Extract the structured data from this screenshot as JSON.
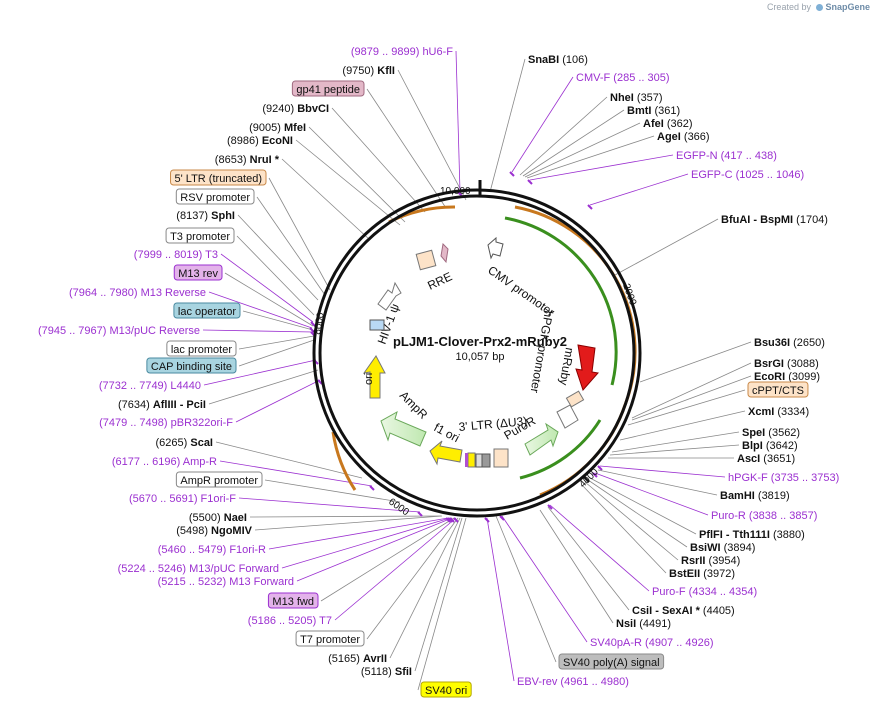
{
  "credit": {
    "prefix": "Created by",
    "brand": "SnapGene"
  },
  "plasmid": {
    "name": "pLJM1-Clover-Prx2-mRuby2",
    "size": "10,057 bp"
  },
  "ticks": [
    "10,000",
    "2000",
    "4000",
    "6000",
    "8000"
  ],
  "colors": {
    "primer": "#9b30d0",
    "site": "#111111",
    "arrow_orange": "#c8781e",
    "arrow_green": "#3a8f1e",
    "leader": "#888888"
  },
  "labels": [
    {
      "id": "snabi",
      "kind": "site",
      "pre": "",
      "name": "SnaBI",
      "post": "(106)"
    },
    {
      "id": "cmvf",
      "kind": "primer",
      "pre": "",
      "name": "CMV-F",
      "post": "(285 .. 305)"
    },
    {
      "id": "nhei",
      "kind": "site",
      "pre": "",
      "name": "NheI",
      "post": "(357)"
    },
    {
      "id": "bmti",
      "kind": "site",
      "pre": "",
      "name": "BmtI",
      "post": "(361)"
    },
    {
      "id": "afei",
      "kind": "site",
      "pre": "",
      "name": "AfeI",
      "post": "(362)"
    },
    {
      "id": "agei",
      "kind": "site",
      "pre": "",
      "name": "AgeI",
      "post": "(366)"
    },
    {
      "id": "egfpn",
      "kind": "primer",
      "pre": "",
      "name": "EGFP-N",
      "post": "(417 .. 438)"
    },
    {
      "id": "egfpc",
      "kind": "primer",
      "pre": "",
      "name": "EGFP-C",
      "post": "(1025 .. 1046)"
    },
    {
      "id": "bfuai",
      "kind": "site",
      "pre": "",
      "name": "BfuAI  - BspMI",
      "post": "(1704)"
    },
    {
      "id": "bsu36i",
      "kind": "site",
      "pre": "",
      "name": "Bsu36I",
      "post": "(2650)"
    },
    {
      "id": "bsrgi",
      "kind": "site",
      "pre": "",
      "name": "BsrGI",
      "post": "(3088)"
    },
    {
      "id": "ecori",
      "kind": "site",
      "pre": "",
      "name": "EcoRI",
      "post": "(3099)"
    },
    {
      "id": "cppt",
      "kind": "box",
      "name": "cPPT/CTS",
      "fill": "#fde3c8",
      "stroke": "#c98a4a"
    },
    {
      "id": "xcmi",
      "kind": "site",
      "pre": "",
      "name": "XcmI",
      "post": "(3334)"
    },
    {
      "id": "spei",
      "kind": "site",
      "pre": "",
      "name": "SpeI",
      "post": "(3562)"
    },
    {
      "id": "blpi",
      "kind": "site",
      "pre": "",
      "name": "BlpI",
      "post": "(3642)"
    },
    {
      "id": "asci",
      "kind": "site",
      "pre": "",
      "name": "AscI",
      "post": "(3651)"
    },
    {
      "id": "hpgkf",
      "kind": "primer",
      "pre": "",
      "name": "hPGK-F",
      "post": "(3735 .. 3753)"
    },
    {
      "id": "bamhi",
      "kind": "site",
      "pre": "",
      "name": "BamHI",
      "post": "(3819)"
    },
    {
      "id": "puror",
      "kind": "primer",
      "pre": "",
      "name": "Puro-R",
      "post": "(3838 .. 3857)"
    },
    {
      "id": "pflfi",
      "kind": "site",
      "pre": "",
      "name": "PflFI  - Tth111I",
      "post": "(3880)"
    },
    {
      "id": "bsiwi",
      "kind": "site",
      "pre": "",
      "name": "BsiWI",
      "post": "(3894)"
    },
    {
      "id": "rsrii",
      "kind": "site",
      "pre": "",
      "name": "RsrII",
      "post": "(3954)"
    },
    {
      "id": "bsteii",
      "kind": "site",
      "pre": "",
      "name": "BstEII",
      "post": "(3972)"
    },
    {
      "id": "purof",
      "kind": "primer",
      "pre": "",
      "name": "Puro-F",
      "post": "(4334 .. 4354)"
    },
    {
      "id": "csii",
      "kind": "site",
      "pre": "",
      "name": "CsiI  - SexAI *",
      "post": "(4405)"
    },
    {
      "id": "nsii",
      "kind": "site",
      "pre": "",
      "name": "NsiI",
      "post": "(4491)"
    },
    {
      "id": "sv40par",
      "kind": "primer",
      "pre": "",
      "name": "SV40pA-R",
      "post": "(4907 .. 4926)"
    },
    {
      "id": "sv40polya",
      "kind": "box",
      "name": "SV40 poly(A) signal",
      "fill": "#bdbdbd",
      "stroke": "#8a8a8a"
    },
    {
      "id": "ebvrev",
      "kind": "primer",
      "pre": "",
      "name": "EBV-rev",
      "post": "(4961 .. 4980)"
    },
    {
      "id": "sv40ori",
      "kind": "box",
      "name": "SV40 ori",
      "fill": "#ffff00",
      "stroke": "#b5a800"
    },
    {
      "id": "sfii",
      "kind": "site",
      "pre": "(5118)",
      "name": "SfiI",
      "post": ""
    },
    {
      "id": "avrii",
      "kind": "site",
      "pre": "(5165)",
      "name": "AvrII",
      "post": ""
    },
    {
      "id": "t7prom",
      "kind": "box",
      "name": "T7 promoter",
      "fill": "#ffffff",
      "stroke": "#888888"
    },
    {
      "id": "t7",
      "kind": "primer",
      "pre": "(5186 .. 5205)",
      "name": "T7",
      "post": ""
    },
    {
      "id": "m13fwd",
      "kind": "box",
      "name": "M13 fwd",
      "fill": "#e3b3ea",
      "stroke": "#9b30d0"
    },
    {
      "id": "m13forward",
      "kind": "primer",
      "pre": "(5215 .. 5232)",
      "name": "M13 Forward",
      "post": ""
    },
    {
      "id": "m13pucfwd",
      "kind": "primer",
      "pre": "(5224 .. 5246)",
      "name": "M13/pUC Forward",
      "post": ""
    },
    {
      "id": "f1orir",
      "kind": "primer",
      "pre": "(5460 .. 5479)",
      "name": "F1ori-R",
      "post": ""
    },
    {
      "id": "ngomiv",
      "kind": "site",
      "pre": "(5498)",
      "name": "NgoMIV",
      "post": ""
    },
    {
      "id": "naei",
      "kind": "site",
      "pre": "(5500)",
      "name": "NaeI",
      "post": ""
    },
    {
      "id": "f1orif",
      "kind": "primer",
      "pre": "(5670 .. 5691)",
      "name": "F1ori-F",
      "post": ""
    },
    {
      "id": "ampromoter",
      "kind": "box",
      "name": "AmpR promoter",
      "fill": "#ffffff",
      "stroke": "#888888"
    },
    {
      "id": "ampr",
      "kind": "primer",
      "pre": "(6177 .. 6196)",
      "name": "Amp-R",
      "post": ""
    },
    {
      "id": "scai",
      "kind": "site",
      "pre": "(6265)",
      "name": "ScaI",
      "post": ""
    },
    {
      "id": "pbr322",
      "kind": "primer",
      "pre": "(7479 .. 7498)",
      "name": "pBR322ori-F",
      "post": ""
    },
    {
      "id": "afliii",
      "kind": "site",
      "pre": "(7634)",
      "name": "AflIII  - PciI",
      "post": ""
    },
    {
      "id": "l4440",
      "kind": "primer",
      "pre": "(7732 .. 7749)",
      "name": "L4440",
      "post": ""
    },
    {
      "id": "cap",
      "kind": "box",
      "name": "CAP binding site",
      "fill": "#a8d4e0",
      "stroke": "#4a8aa0"
    },
    {
      "id": "lacprom",
      "kind": "box",
      "name": "lac promoter",
      "fill": "#ffffff",
      "stroke": "#888888"
    },
    {
      "id": "m13pucrev",
      "kind": "primer",
      "pre": "(7945 .. 7967)",
      "name": "M13/pUC Reverse",
      "post": ""
    },
    {
      "id": "lacop",
      "kind": "box",
      "name": "lac operator",
      "fill": "#a8d4e0",
      "stroke": "#4a8aa0"
    },
    {
      "id": "m13reverse",
      "kind": "primer",
      "pre": "(7964 .. 7980)",
      "name": "M13 Reverse",
      "post": ""
    },
    {
      "id": "m13rev",
      "kind": "box",
      "name": "M13 rev",
      "fill": "#e3b3ea",
      "stroke": "#9b30d0"
    },
    {
      "id": "t3",
      "kind": "primer",
      "pre": "(7999 .. 8019)",
      "name": "T3",
      "post": ""
    },
    {
      "id": "t3prom",
      "kind": "box",
      "name": "T3 promoter",
      "fill": "#ffffff",
      "stroke": "#888888"
    },
    {
      "id": "sphi",
      "kind": "site",
      "pre": "(8137)",
      "name": "SphI",
      "post": ""
    },
    {
      "id": "rsvprom",
      "kind": "box",
      "name": "RSV promoter",
      "fill": "#ffffff",
      "stroke": "#888888"
    },
    {
      "id": "ltrtrunc",
      "kind": "box",
      "name": "5' LTR (truncated)",
      "fill": "#fde3c8",
      "stroke": "#c98a4a"
    },
    {
      "id": "nrui",
      "kind": "site",
      "pre": "(8653)",
      "name": "NruI *",
      "post": ""
    },
    {
      "id": "econi",
      "kind": "site",
      "pre": "(8986)",
      "name": "EcoNI",
      "post": ""
    },
    {
      "id": "mfei",
      "kind": "site",
      "pre": "(9005)",
      "name": "MfeI",
      "post": ""
    },
    {
      "id": "bbvci",
      "kind": "site",
      "pre": "(9240)",
      "name": "BbvCI",
      "post": ""
    },
    {
      "id": "gp41",
      "kind": "box",
      "name": "gp41 peptide",
      "fill": "#e3b8c8",
      "stroke": "#a06a80"
    },
    {
      "id": "kfli",
      "kind": "site",
      "pre": "(9750)",
      "name": "KflI",
      "post": ""
    },
    {
      "id": "hu6f",
      "kind": "primer",
      "pre": "(9879 .. 9899)",
      "name": "hU6-F",
      "post": ""
    }
  ],
  "features": {
    "cmv_promoter": "CMV promoter",
    "hpgk_promoter": "hPGK promoter",
    "mruby2": "mRuby",
    "puror": "PuroR",
    "ltr3": "3' LTR (ΔU3)",
    "f1ori": "f1 ori",
    "ampr": "AmpR",
    "ori": "ori",
    "hiv_psi": "HIV-1 ψ",
    "rre": "RRE"
  }
}
